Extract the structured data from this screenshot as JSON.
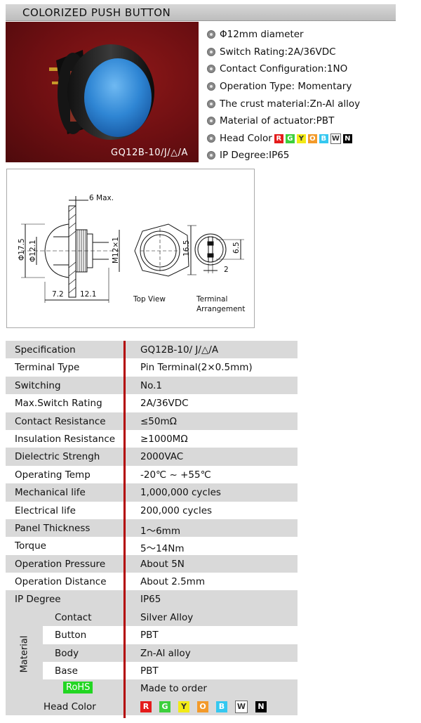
{
  "title": "COLORIZED PUSH BUTTON",
  "photo_caption": "GQ12B-10/J/△/A",
  "features": [
    "Φ12mm diameter",
    "Switch Rating:2A/36VDC",
    "Contact Configuration:1NO",
    "Operation Type: Momentary",
    "The crust material:Zn-Al alloy",
    "Material of actuator:PBT",
    "Head Color",
    "IP Degree:IP65"
  ],
  "colors": [
    {
      "letter": "R",
      "bg": "#e41b1b",
      "fg": "#ffffff"
    },
    {
      "letter": "G",
      "bg": "#3ccf3c",
      "fg": "#ffffff"
    },
    {
      "letter": "Y",
      "bg": "#f2ea16",
      "fg": "#333333"
    },
    {
      "letter": "O",
      "bg": "#f39a2a",
      "fg": "#ffffff"
    },
    {
      "letter": "B",
      "bg": "#35c8f0",
      "fg": "#ffffff"
    },
    {
      "letter": "W",
      "bg": "#ffffff",
      "fg": "#333333"
    },
    {
      "letter": "N",
      "bg": "#000000",
      "fg": "#ffffff"
    }
  ],
  "drawing": {
    "six_max": "6 Max.",
    "d175": "Φ17.5",
    "d121": "Φ12.1",
    "m12": "M12×1",
    "d165": "16.5",
    "d65": "6.5",
    "d2": "2",
    "d72": "7.2",
    "d121b": "12.1",
    "top_view": "Top View",
    "terminal1": "Terminal",
    "terminal2": "Arrangement"
  },
  "spec": [
    {
      "k": "Specification",
      "v": "GQ12B-10/ J/△/A"
    },
    {
      "k": "Terminal Type",
      "v": "Pin Terminal(2×0.5mm)"
    },
    {
      "k": "Switching",
      "v": "No.1"
    },
    {
      "k": "Max.Switch Rating",
      "v": "2A/36VDC"
    },
    {
      "k": "Contact Resistance",
      "v": "≤50mΩ"
    },
    {
      "k": "Insulation Resistance",
      "v": "≥1000MΩ"
    },
    {
      "k": "Dielectric Strengh",
      "v": "2000VAC"
    },
    {
      "k": "Operating Temp",
      "v": "-20℃ ~ +55℃"
    },
    {
      "k": "Mechanical life",
      "v": "1,000,000 cycles"
    },
    {
      "k": "Electrical life",
      "v": "200,000 cycles"
    },
    {
      "k": "Panel Thickness",
      "v": "1～6mm"
    },
    {
      "k": "Torque",
      "v": "5～14Nm"
    },
    {
      "k": "Operation Pressure",
      "v": "About 5N"
    },
    {
      "k": "Operation Distance",
      "v": "About 2.5mm"
    },
    {
      "k": "IP Degree",
      "v": "IP65"
    }
  ],
  "material": {
    "label": "Material",
    "items": [
      {
        "k": "Contact",
        "v": "Silver Alloy"
      },
      {
        "k": "Button",
        "v": "PBT"
      },
      {
        "k": "Body",
        "v": "Zn-Al alloy"
      },
      {
        "k": "Base",
        "v": "PBT"
      },
      {
        "k": "RoHS",
        "v": "Made to order"
      }
    ]
  },
  "head_color_label": "Head Color"
}
